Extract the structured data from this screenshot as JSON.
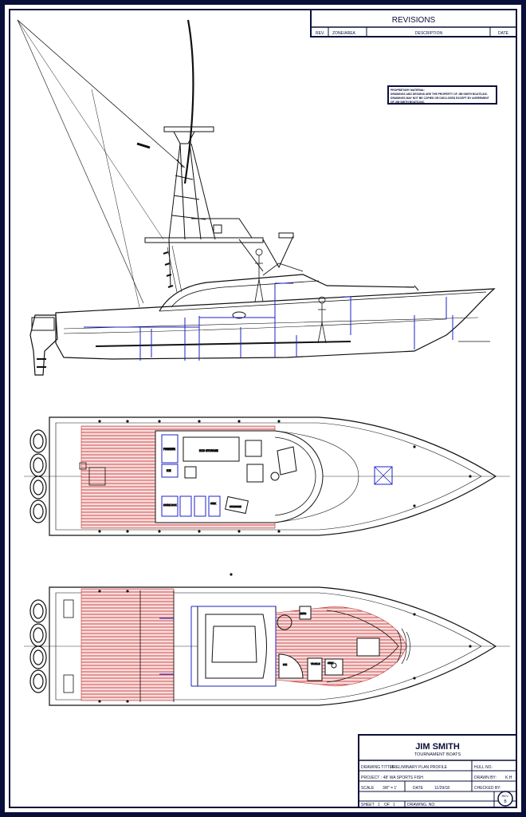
{
  "revisions": {
    "title": "REVISIONS",
    "col_rev": "REV.",
    "col_zone": "ZONE/AREA",
    "col_description": "DESCRIPTION",
    "col_date": "DATE"
  },
  "proprietary_note": {
    "line1": "PROPRIETARY MATERIAL:",
    "line2": "DRAWINGS AND DESIGNS ARE THE PROPERTY OF JIM SMITH BOATS,INC.",
    "line3": "DRAWINGS MAY NOT BE COPIED OR DISCLOSED EXCEPT BY AGREEMENT",
    "line4": "OF JIM SMITH BOATS,INC."
  },
  "plan_labels": {
    "freezer": "FREEZER",
    "ice": "ICE",
    "rod_storage": "ROD STORAGE",
    "drink_box": "DRINK BOX",
    "sink": "SINK",
    "storage": "STORAGE",
    "tackle": "TACKLE",
    "ice2": "ICE",
    "head": "HEAD",
    "sink2": "SINK"
  },
  "title_block": {
    "company": "JIM SMITH",
    "subtitle": "TOURNAMENT BOATS",
    "drawing_title_label": "DRAWING TITTLE",
    "drawing_title_value": "PRELIMINARY PLAN PROFILE",
    "hull_no_label": "HULL NO.",
    "project_label": "PROJECT",
    "project_value": ": 48' WA   SPORTS FISH",
    "drawn_by_label": "DRAWN BY:",
    "drawn_by_value": "K.H",
    "scale_label": "SCALE",
    "scale_value": "3/8\" = 1'",
    "date_label": "DATE",
    "date_value": "11/29/18",
    "checked_by_label": "CHECKED BY:",
    "sheet_label": "SHEET",
    "sheet_value": "1",
    "of_label": "OF",
    "of_value": "1",
    "drawing_no_label": "DRAWING. NO.",
    "rev_label": "REV.",
    "rev_value": "B"
  },
  "colors": {
    "frame": "#0a0f3a",
    "line": "#111111",
    "blue": "#1d23c8",
    "deck_red": "#d23a3a",
    "deck_fill": "#f6dcdc"
  }
}
